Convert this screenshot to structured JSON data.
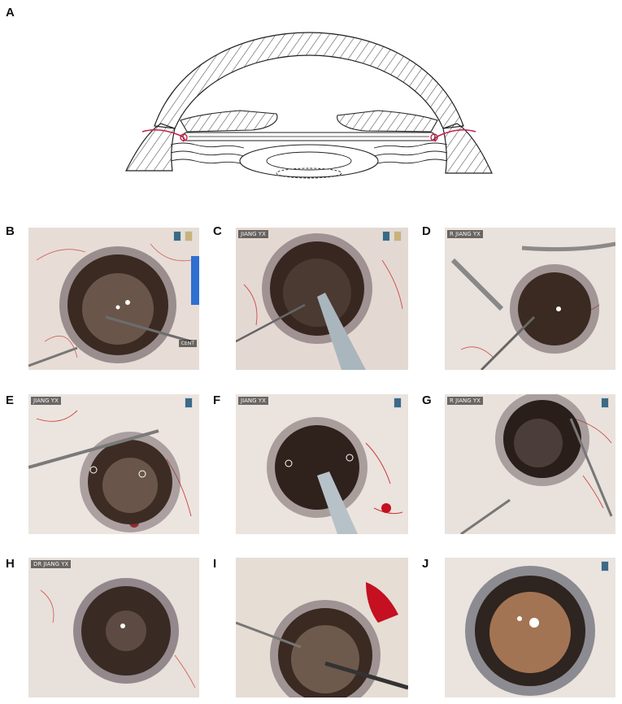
{
  "figure": {
    "panels": [
      {
        "letter": "A",
        "kind": "diagram"
      },
      {
        "letter": "B",
        "overlay": "CENT"
      },
      {
        "letter": "C",
        "overlay": "JIANG YX"
      },
      {
        "letter": "D",
        "overlay": "R JIANG YX"
      },
      {
        "letter": "E",
        "overlay": "JIANG YX"
      },
      {
        "letter": "F",
        "overlay": "JIANG YX"
      },
      {
        "letter": "G",
        "overlay": "R JIANG YX"
      },
      {
        "letter": "H",
        "overlay": "DR JIANG YX"
      },
      {
        "letter": "I",
        "overlay": ""
      },
      {
        "letter": "J",
        "overlay": ""
      }
    ]
  },
  "colors": {
    "suture": "#c21f4a",
    "sclera": "#e8e2dc",
    "iris": "#3b2a22",
    "blood": "#c41020"
  }
}
